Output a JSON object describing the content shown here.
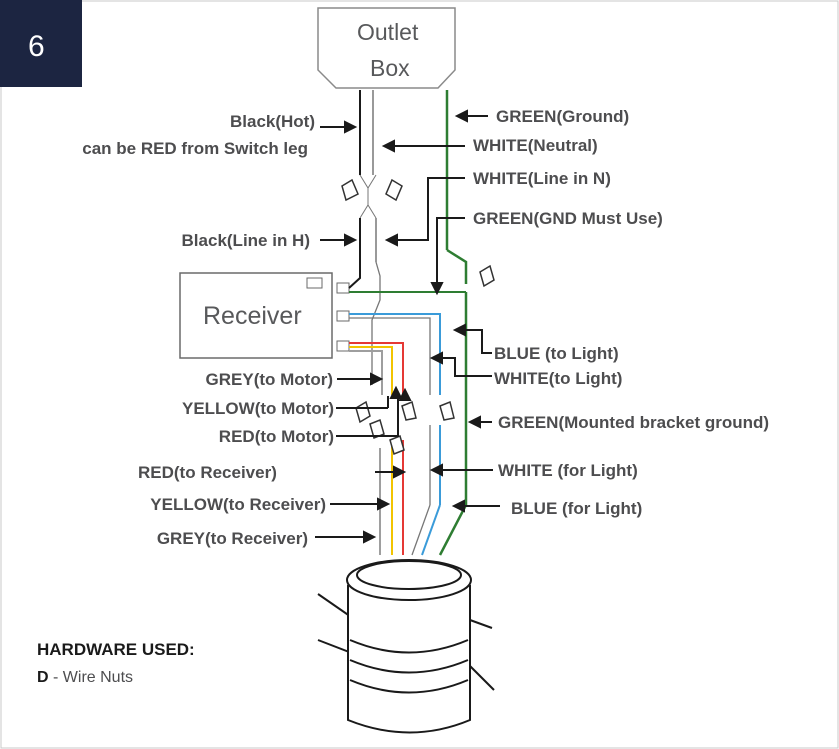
{
  "step": {
    "number": "6",
    "badge_color": "#1c2541"
  },
  "outlet_box": {
    "line1": "Outlet",
    "line2": "Box"
  },
  "receiver": {
    "label": "Receiver"
  },
  "labels": {
    "black_hot": "Black(Hot)",
    "red_switch": "can be RED from Switch leg",
    "green_ground": "GREEN(Ground)",
    "white_neutral": "WHITE(Neutral)",
    "white_line_n": "WHITE(Line in N)",
    "green_gnd_must": "GREEN(GND Must Use)",
    "black_line_h": "Black(Line in H)",
    "blue_to_light": "BLUE (to Light)",
    "white_to_light": "WHITE(to Light)",
    "grey_to_motor": "GREY(to Motor)",
    "yellow_to_motor": "YELLOW(to Motor)",
    "red_to_motor": "RED(to Motor)",
    "green_bracket": "GREEN(Mounted bracket ground)",
    "red_to_receiver": "RED(to Receiver)",
    "white_for_light": "WHITE (for Light)",
    "yellow_to_receiver": "YELLOW(to Receiver)",
    "blue_for_light": "BLUE (for Light)",
    "grey_to_receiver": "GREY(to Receiver)"
  },
  "hardware": {
    "title": "HARDWARE USED:",
    "items": [
      {
        "key": "D",
        "text": " - Wire Nuts"
      }
    ]
  },
  "colors": {
    "black": "#1a1a1a",
    "green": "#2e7d32",
    "blue": "#3a9bd9",
    "red": "#e53935",
    "yellow": "#f2c400",
    "grey": "#9e9e9e",
    "white_wire": "#777777"
  }
}
